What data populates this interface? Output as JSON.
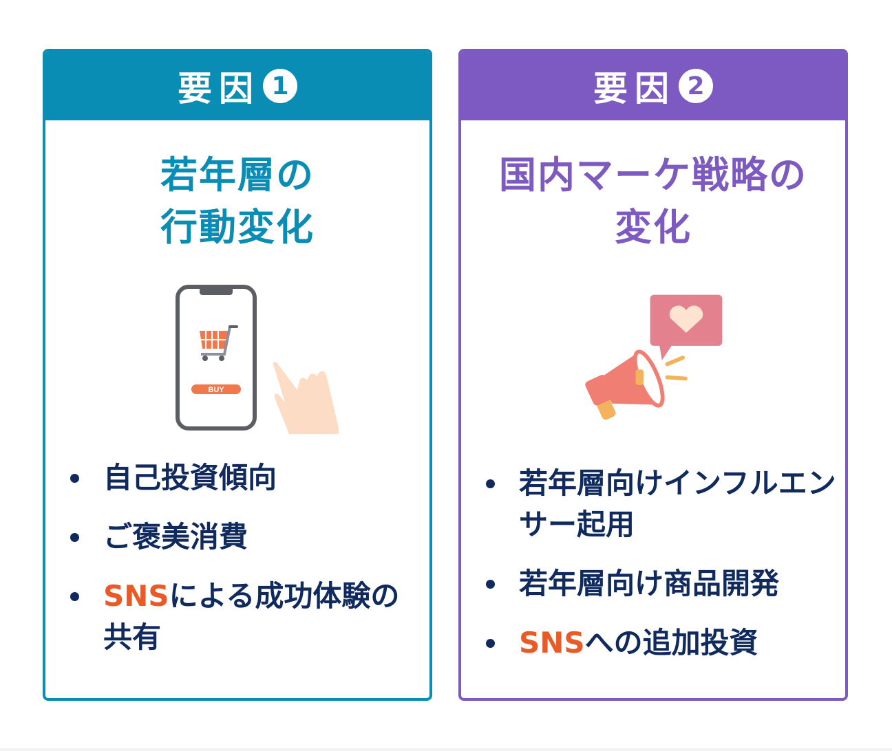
{
  "cards": [
    {
      "header_label": "要因",
      "header_number": "1",
      "title_lines": [
        "若年層の",
        "行動変化"
      ],
      "illustration": "smartphone-shopping-cart-icon",
      "illustration_button_label": "BUY",
      "bullets": [
        {
          "highlight": "",
          "text": "自己投資傾向"
        },
        {
          "highlight": "",
          "text": "ご褒美消費"
        },
        {
          "highlight": "SNS",
          "text": "による成功体験の共有"
        }
      ]
    },
    {
      "header_label": "要因",
      "header_number": "2",
      "title_lines": [
        "国内マーケ戦略の",
        "変化"
      ],
      "illustration": "megaphone-heart-icon",
      "bullets": [
        {
          "highlight": "",
          "text": "若年層向けインフルエンサー起用"
        },
        {
          "highlight": "",
          "text": "若年層向け商品開発"
        },
        {
          "highlight": "SNS",
          "text": "への追加投資"
        }
      ]
    }
  ],
  "colors": {
    "card1_accent": "#0a8db5",
    "card2_accent": "#7d59c2",
    "bullet_text": "#102a5e",
    "highlight": "#ea5a27"
  }
}
